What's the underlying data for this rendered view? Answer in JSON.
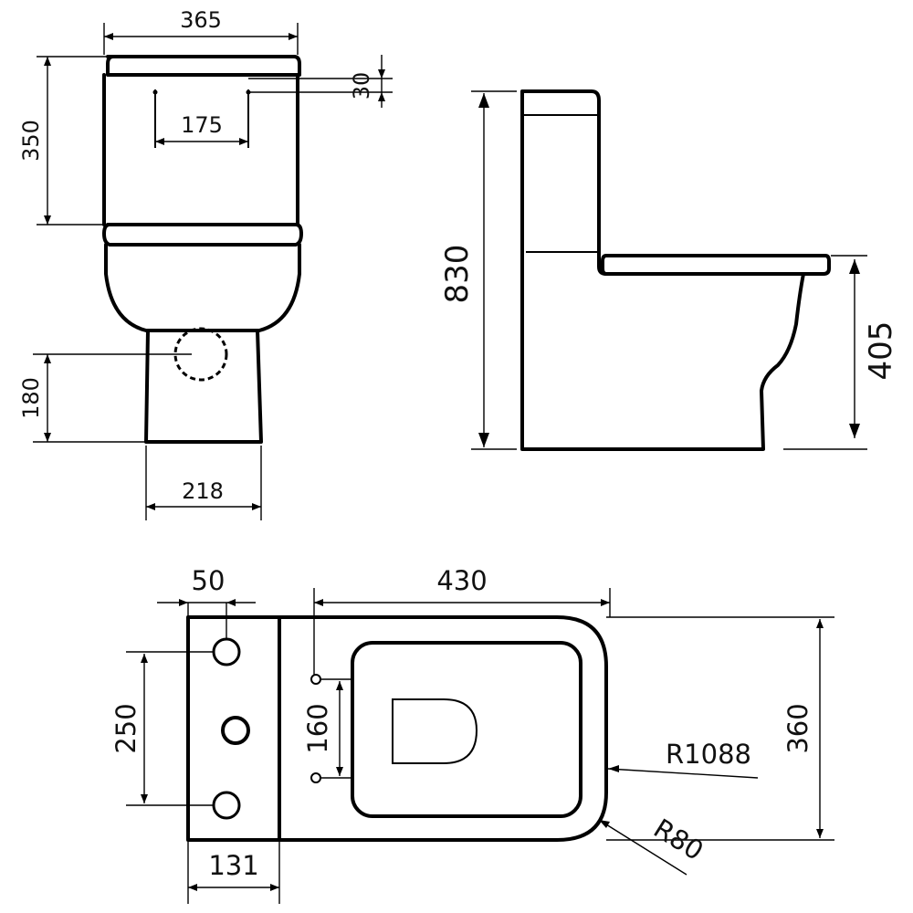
{
  "front_view": {
    "width_total": "365",
    "tank_height": "350",
    "hole_offset": "30",
    "hole_spacing": "175",
    "outlet_height": "180",
    "base_width": "218"
  },
  "side_view": {
    "total_height": "830",
    "seat_height": "405"
  },
  "top_view": {
    "inlet_offset": "50",
    "length": "430",
    "hole_spacing_vertical": "250",
    "fixing_spacing": "160",
    "width": "360",
    "radius_large": "R1088",
    "radius_small": "R80",
    "tank_depth": "131"
  }
}
